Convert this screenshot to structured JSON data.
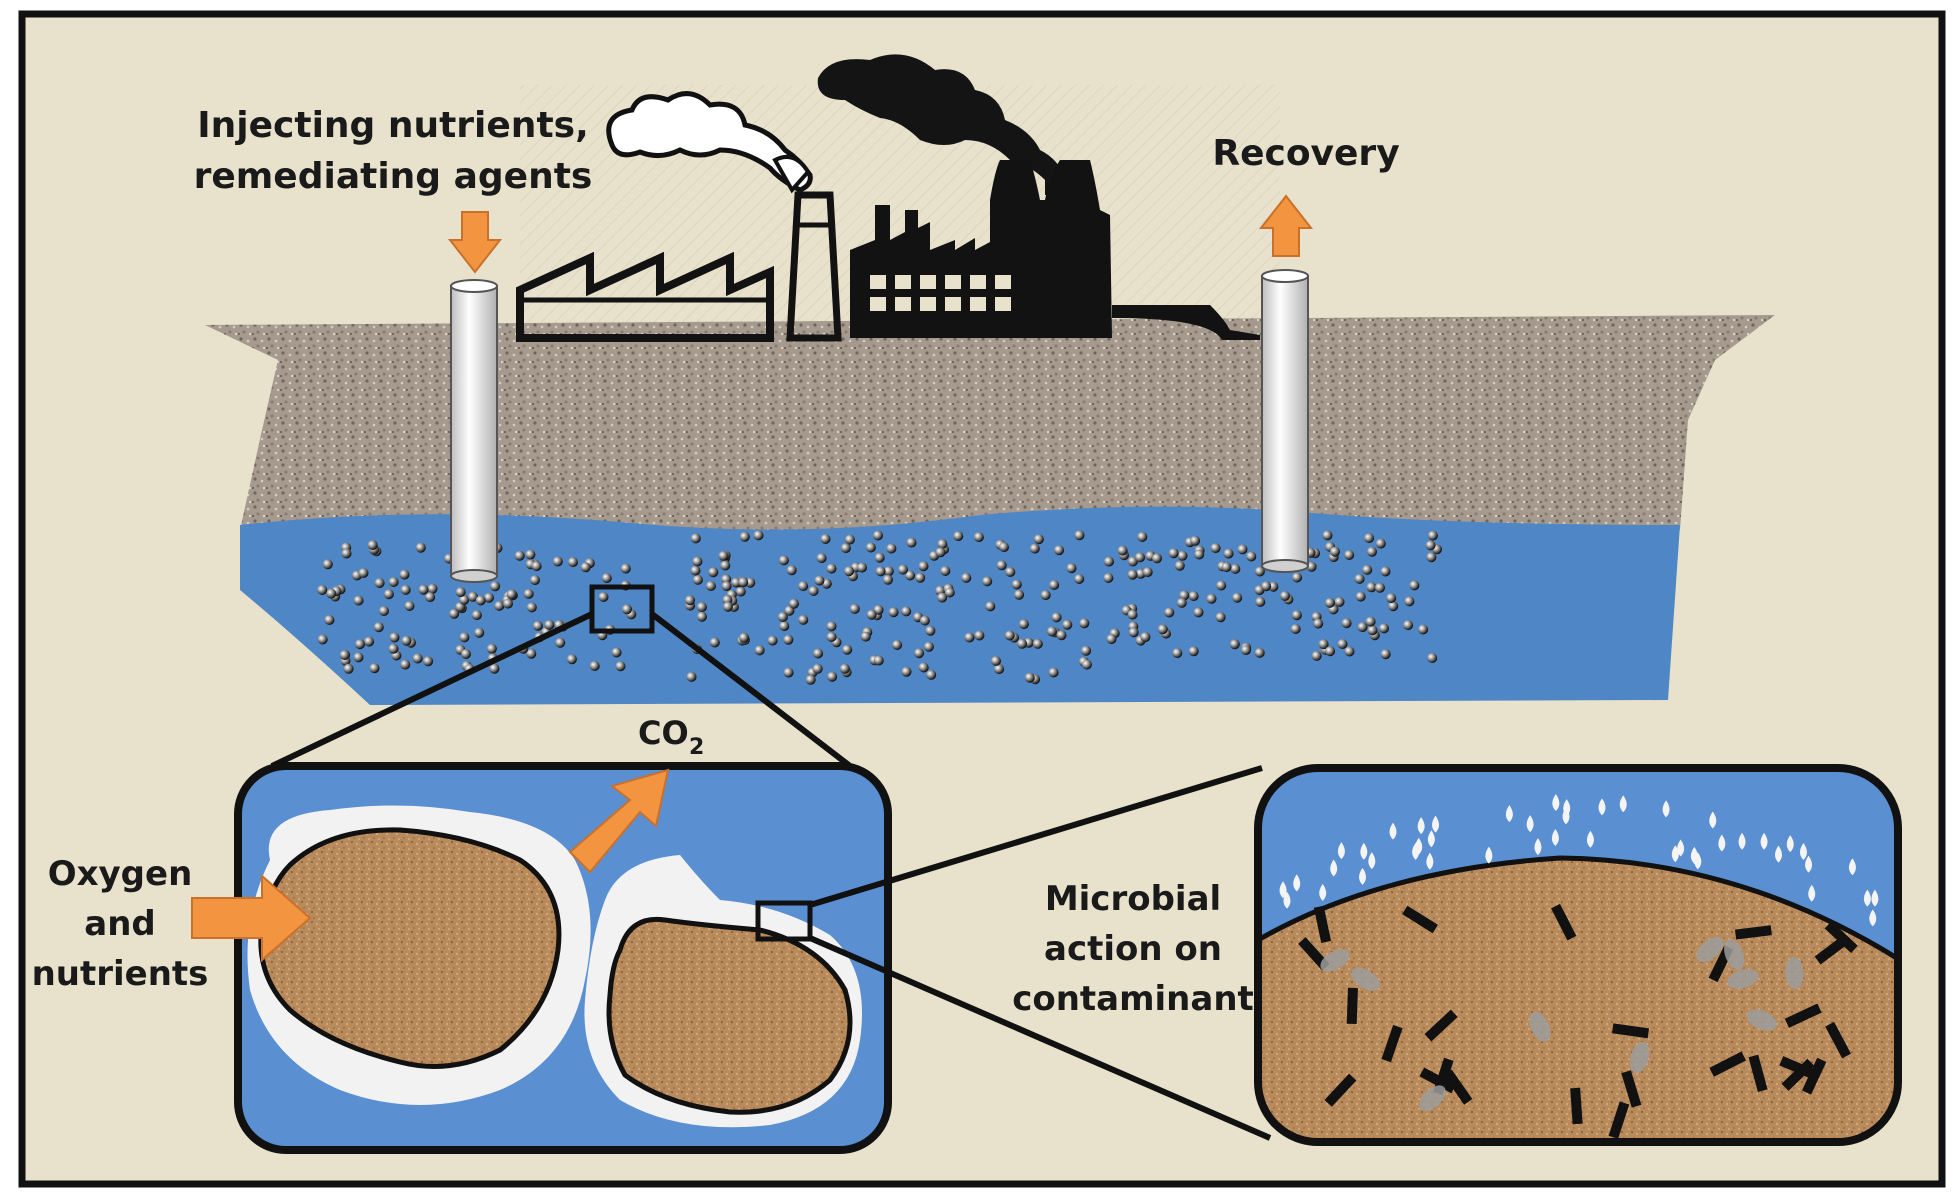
{
  "labels": {
    "injecting_line1": "Injecting nutrients,",
    "injecting_line2": "remediating agents",
    "recovery": "Recovery",
    "co2_main": "CO",
    "co2_sub": "2",
    "oxygen_line1": "Oxygen",
    "oxygen_line2": "and",
    "oxygen_line3": "nutrients",
    "microbial_line1": "Microbial",
    "microbial_line2": "action on",
    "microbial_line3": "contaminant"
  },
  "colors": {
    "background": "#e8e2cc",
    "frame": "#111111",
    "soil_gray": "#a59a8d",
    "groundwater": "#4f86c6",
    "inset_water": "#5a8fd2",
    "soil_particle": "#b98b5c",
    "biofilm": "#f2f2f2",
    "arrow_orange": "#f39440",
    "factory_black": "#121212",
    "well_white": "#eeeeee"
  },
  "icons": {
    "factory": "factory-icon",
    "smoke": "smoke-cloud-icon",
    "injection_arrow": "arrow-down-icon",
    "recovery_arrow": "arrow-up-icon",
    "co2_arrow": "arrow-up-right-icon",
    "oxygen_arrow": "arrow-right-icon"
  }
}
